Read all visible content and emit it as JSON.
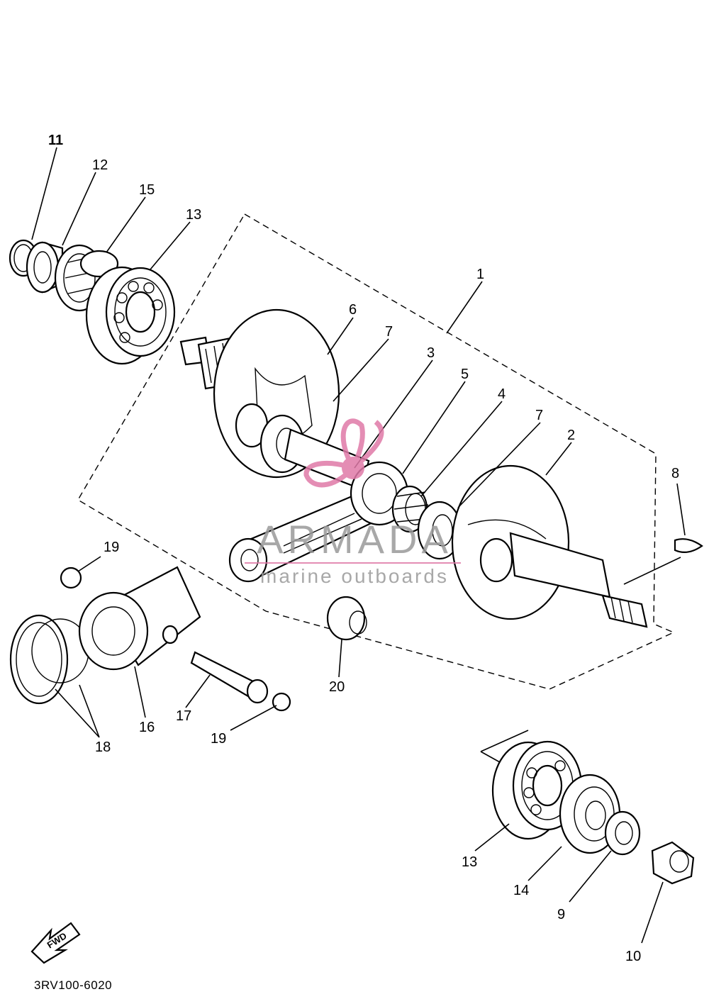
{
  "drawing_code": "3RV100-6020",
  "fwd_label": "FWD",
  "watermark": {
    "brand": "ARMADA",
    "tagline": "marine outboards",
    "color": "#e07aa8"
  },
  "callouts": [
    {
      "id": "11",
      "label": "11",
      "bold": true
    },
    {
      "id": "12",
      "label": "12"
    },
    {
      "id": "15",
      "label": "15"
    },
    {
      "id": "13a",
      "label": "13"
    },
    {
      "id": "1",
      "label": "1"
    },
    {
      "id": "6",
      "label": "6"
    },
    {
      "id": "7a",
      "label": "7"
    },
    {
      "id": "3",
      "label": "3"
    },
    {
      "id": "5",
      "label": "5"
    },
    {
      "id": "4",
      "label": "4"
    },
    {
      "id": "7b",
      "label": "7"
    },
    {
      "id": "2",
      "label": "2"
    },
    {
      "id": "8",
      "label": "8"
    },
    {
      "id": "19a",
      "label": "19"
    },
    {
      "id": "16",
      "label": "16"
    },
    {
      "id": "17",
      "label": "17"
    },
    {
      "id": "18",
      "label": "18"
    },
    {
      "id": "19b",
      "label": "19"
    },
    {
      "id": "20",
      "label": "20"
    },
    {
      "id": "13b",
      "label": "13"
    },
    {
      "id": "14",
      "label": "14"
    },
    {
      "id": "9",
      "label": "9"
    },
    {
      "id": "10",
      "label": "10"
    }
  ]
}
